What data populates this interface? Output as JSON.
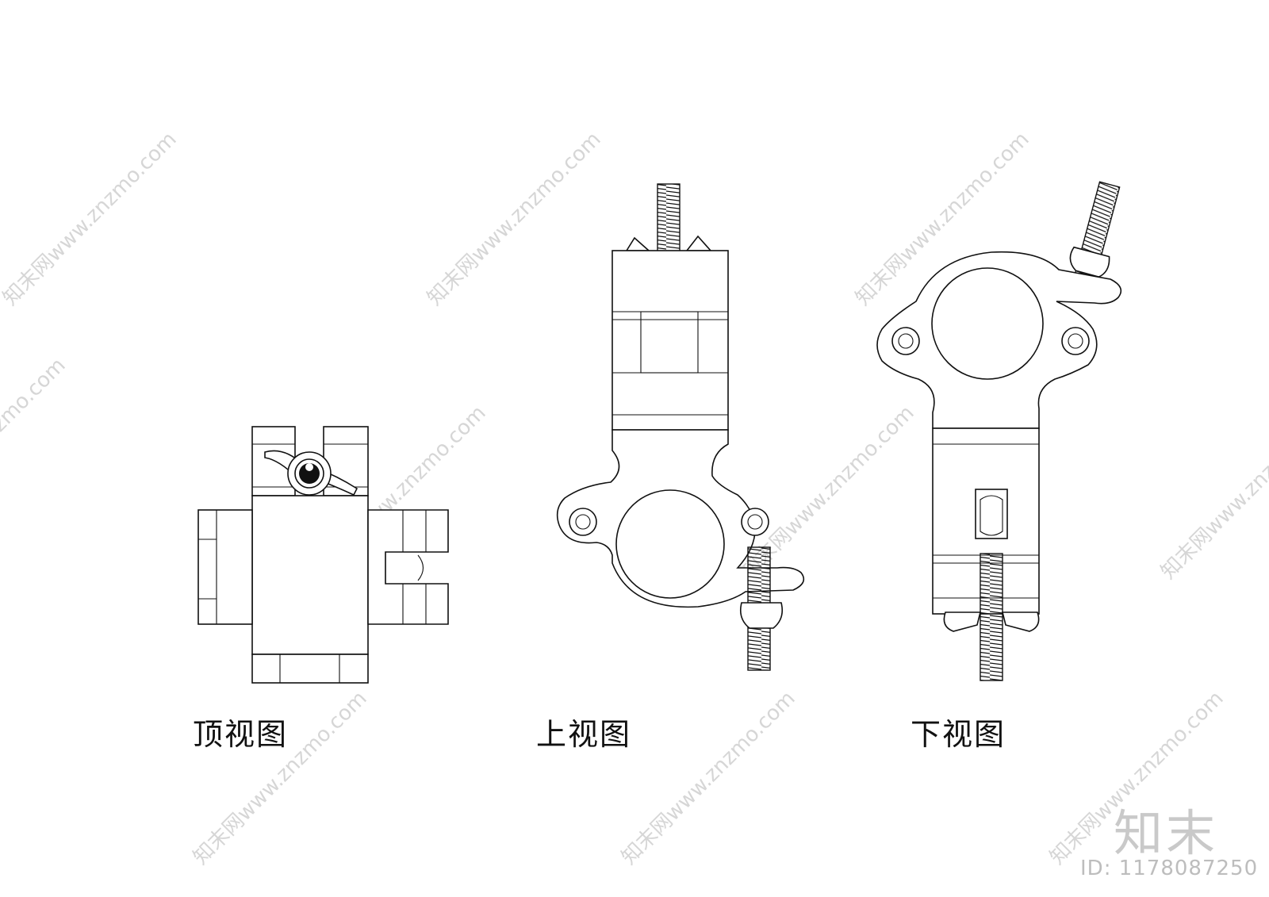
{
  "views": {
    "top_view_label": "顶视图",
    "upper_view_label": "上视图",
    "lower_view_label": "下视图"
  },
  "watermark": {
    "text": "知末网www.znzmo.com",
    "logo_text": "知末",
    "id_text": "ID: 1178087250"
  }
}
